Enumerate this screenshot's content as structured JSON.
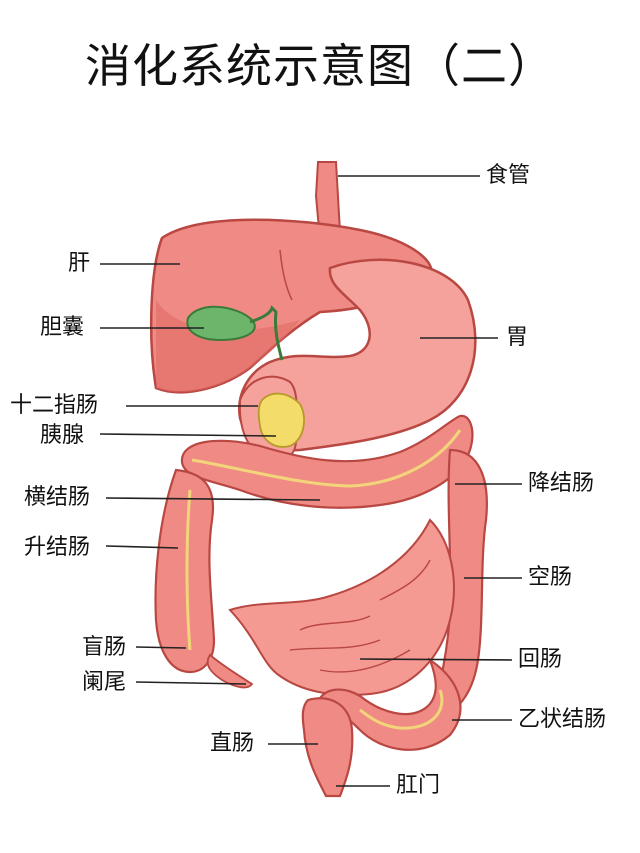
{
  "title": "消化系统示意图（二）",
  "labels": {
    "esophagus": "食管",
    "liver": "肝",
    "gallbladder": "胆囊",
    "stomach": "胃",
    "duodenum": "十二指肠",
    "pancreas": "胰腺",
    "transverse_colon": "横结肠",
    "descending_colon": "降结肠",
    "ascending_colon": "升结肠",
    "jejunum": "空肠",
    "cecum": "盲肠",
    "ileum": "回肠",
    "appendix": "阑尾",
    "sigmoid_colon": "乙状结肠",
    "rectum": "直肠",
    "anus": "肛门"
  },
  "colors": {
    "organ_fill": "#f08a84",
    "organ_dark": "#e06763",
    "outline": "#b94742",
    "stomach": "#f5a19c",
    "gallbladder": "#6db56a",
    "pancreas": "#f4dc6a",
    "colon_stripe": "#f2d57a"
  }
}
